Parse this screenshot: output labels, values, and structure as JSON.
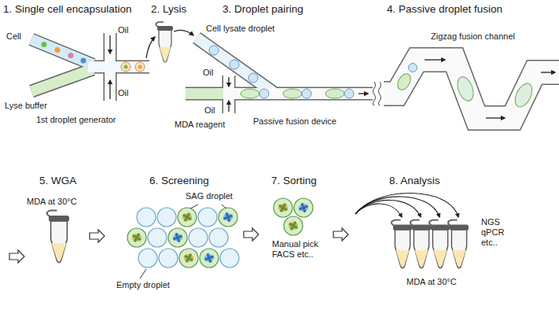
{
  "diagram": {
    "labels": [
      "1. Single cell encapsulation",
      "2. Lysis",
      "3. Droplet pairing",
      "4. Passive droplet fusion",
      "Cell",
      "Oil",
      "Lyse buffer",
      "Oil",
      "1st droplet generator",
      "Cell lysate droplet",
      "Oil",
      "Oil",
      "MDA reagent",
      "Passive fusion device",
      "Zigzag fusion channel",
      "5. WGA",
      "6. Screening",
      "7. Sorting",
      "8. Analysis",
      "MDA at 30°C",
      "SAG droplet",
      "Empty droplet",
      "Manual pick FACS etc..",
      "NGS qPCR etc..",
      "MDA at 30°C"
    ]
  }
}
